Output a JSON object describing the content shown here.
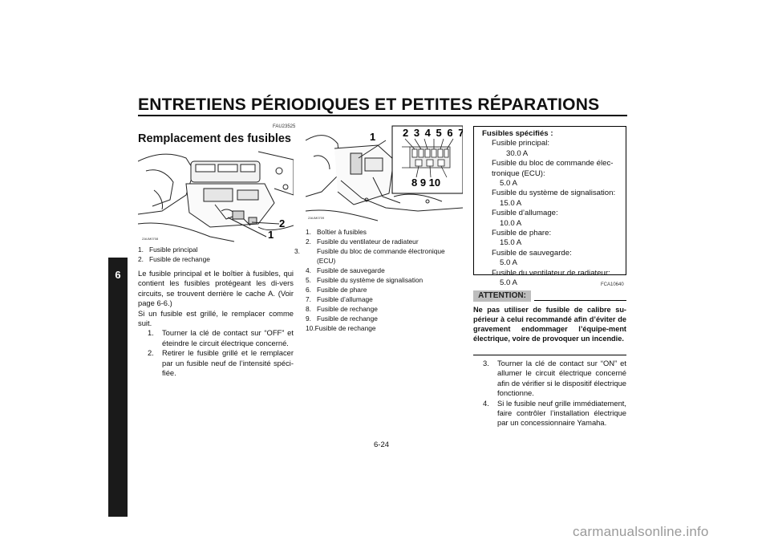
{
  "header": {
    "title": "ENTRETIENS PÉRIODIQUES ET PETITES RÉPARATIONS"
  },
  "chapter": "6",
  "page_number": "6-24",
  "left": {
    "code": "FAU23525",
    "section_title": "Remplacement des fusibles",
    "figure_code": "ZAUM0708",
    "callout_1": "1",
    "callout_2": "2",
    "captions": [
      {
        "num": "1.",
        "text": "Fusible principal"
      },
      {
        "num": "2.",
        "text": "Fusible de rechange"
      }
    ],
    "para1": "Le fusible principal et le boîtier à fusibles, qui contient les fusibles protégeant les di-vers circuits, se trouvent derrière le cache A. (Voir page 6-6.)",
    "para2": "Si un fusible est grillé, le remplacer comme suit.",
    "steps": [
      {
        "num": "1.",
        "text": "Tourner la clé de contact sur “OFF” et éteindre le circuit électrique concerné."
      },
      {
        "num": "2.",
        "text": "Retirer le fusible grillé et le remplacer par un fusible neuf de l’intensité spéci-fiée."
      }
    ]
  },
  "middle": {
    "figure_code": "ZAUM0709",
    "callout_top": "2 3 4 5 6 7",
    "callout_bottom": "8  9  10",
    "callout_1": "1",
    "captions": [
      {
        "num": "1.",
        "text": "Boîtier à fusibles"
      },
      {
        "num": "2.",
        "text": "Fusible du ventilateur de radiateur"
      },
      {
        "num": "3.",
        "text": "Fusible du bloc de commande électronique (ECU)"
      },
      {
        "num": "4.",
        "text": "Fusible de sauvegarde"
      },
      {
        "num": "5.",
        "text": "Fusible du système de signalisation"
      },
      {
        "num": "6.",
        "text": "Fusible de phare"
      },
      {
        "num": "7.",
        "text": "Fusible d’allumage"
      },
      {
        "num": "8.",
        "text": "Fusible de rechange"
      },
      {
        "num": "9.",
        "text": "Fusible de rechange"
      },
      {
        "num": "10.",
        "text": "Fusible de rechange"
      }
    ]
  },
  "right": {
    "spec_title": "Fusibles spécifiés :",
    "specs": [
      {
        "name": "Fusible principal:",
        "value": "30.0 A"
      },
      {
        "name": "Fusible du bloc de commande élec-tronique (ECU):",
        "value": "5.0 A"
      },
      {
        "name": "Fusible du système de signalisation:",
        "value": "15.0 A"
      },
      {
        "name": "Fusible d’allumage:",
        "value": "10.0 A"
      },
      {
        "name": "Fusible de phare:",
        "value": "15.0 A"
      },
      {
        "name": "Fusible de sauvegarde:",
        "value": "5.0 A"
      },
      {
        "name": "Fusible du ventilateur de radiateur:",
        "value": "5.0 A"
      }
    ],
    "code": "FCA10640",
    "attention_label": "ATTENTION:",
    "attention_text": "Ne pas utiliser de fusible de calibre su-périeur à celui recommandé afin d’éviter de gravement endommager l’équipe-ment électrique, voire de provoquer un incendie.",
    "steps": [
      {
        "num": "3.",
        "text": "Tourner la clé de contact sur “ON” et allumer le circuit électrique concerné afin de vérifier si le dispositif électrique fonctionne."
      },
      {
        "num": "4.",
        "text": "Si le fusible neuf grille immédiatement, faire contrôler l’installation électrique par un concessionnaire Yamaha."
      }
    ]
  },
  "watermark": "carmanualsonline.info"
}
